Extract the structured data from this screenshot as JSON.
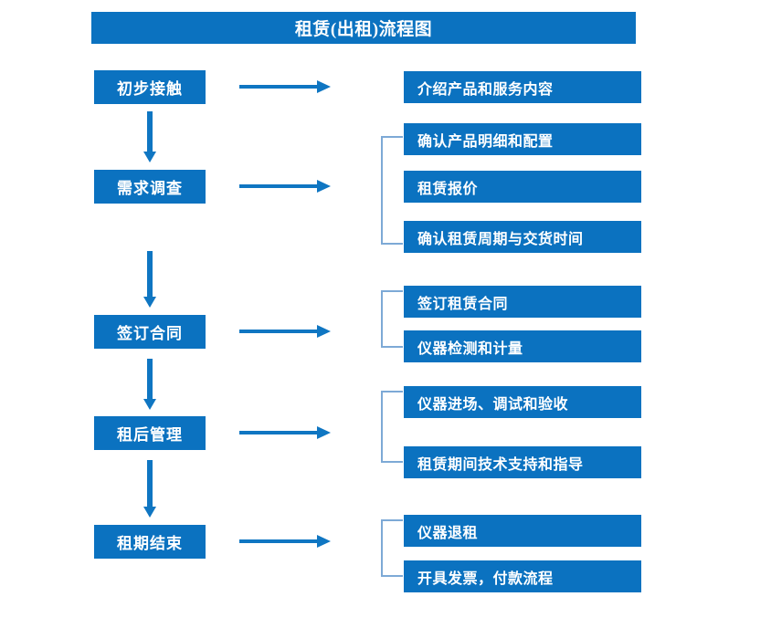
{
  "diagram": {
    "title": "租赁(出租)流程图",
    "accent_color": "#0b72c0",
    "arrow_color": "#0f76c2",
    "bracket_color": "#7da9d6",
    "background_color": "#ffffff"
  },
  "stages": [
    {
      "label": "初步接触"
    },
    {
      "label": "需求调查"
    },
    {
      "label": "签订合同"
    },
    {
      "label": "租后管理"
    },
    {
      "label": "租期结束"
    }
  ],
  "details": [
    {
      "label": "介绍产品和服务内容"
    },
    {
      "label": "确认产品明细和配置"
    },
    {
      "label": "租赁报价"
    },
    {
      "label": "确认租赁周期与交货时间"
    },
    {
      "label": "签订租赁合同"
    },
    {
      "label": "仪器检测和计量"
    },
    {
      "label": "仪器进场、调试和验收"
    },
    {
      "label": "租赁期间技术支持和指导"
    },
    {
      "label": "仪器退租"
    },
    {
      "label": "开具发票，付款流程"
    }
  ]
}
